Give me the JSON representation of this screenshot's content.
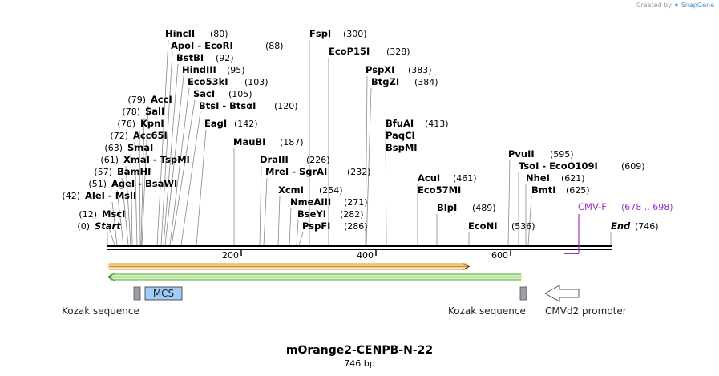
{
  "credit": {
    "prefix": "Created by",
    "brand": "SnapGene"
  },
  "title": "mOrange2-CENPB-N-22",
  "subtitle": "746 bp",
  "enzymes": [
    {
      "name": "HincII",
      "pos": "(80)"
    },
    {
      "name": "ApoI - EcoRI",
      "pos": "(88)"
    },
    {
      "name": "BstBI",
      "pos": "(92)"
    },
    {
      "name": "HindIII",
      "pos": "(95)"
    },
    {
      "name": "Eco53kI",
      "pos": "(103)"
    },
    {
      "name": "SacI",
      "pos": "(105)"
    },
    {
      "name": "BtsI - BtsαI",
      "pos": "(120)"
    },
    {
      "name": "EagI",
      "pos": "(142)"
    },
    {
      "name": "MauBI",
      "pos": "(187)"
    },
    {
      "name": "DraIII",
      "pos": "(226)"
    },
    {
      "name": "MreI - SgrAI",
      "pos": "(232)"
    },
    {
      "name": "XcmI",
      "pos": "(254)"
    },
    {
      "name": "NmeAIII",
      "pos": "(271)"
    },
    {
      "name": "BseYI",
      "pos": "(282)"
    },
    {
      "name": "PspFI",
      "pos": "(286)"
    },
    {
      "name": "FspI",
      "pos": "(300)"
    },
    {
      "name": "EcoP15I",
      "pos": "(328)"
    },
    {
      "name": "PspXI",
      "pos": "(383)"
    },
    {
      "name": "BtgZI",
      "pos": "(384)"
    },
    {
      "name": "BfuAI",
      "pos": "(413)"
    },
    {
      "name": "PaqCI",
      "pos": ""
    },
    {
      "name": "BspMI",
      "pos": ""
    },
    {
      "name": "AcuI",
      "pos": "(461)"
    },
    {
      "name": "Eco57MI",
      "pos": ""
    },
    {
      "name": "BlpI",
      "pos": "(489)"
    },
    {
      "name": "EcoNI",
      "pos": "(536)"
    },
    {
      "name": "PvuII",
      "pos": "(595)"
    },
    {
      "name": "TsoI - EcoO109I",
      "pos": "(609)"
    },
    {
      "name": "NheI",
      "pos": "(621)"
    },
    {
      "name": "BmtI",
      "pos": "(625)"
    },
    {
      "name": "End",
      "pos": "(746)"
    },
    {
      "name": "AccI",
      "pos": "(79)"
    },
    {
      "name": "SalI",
      "pos": "(78)"
    },
    {
      "name": "KpnI",
      "pos": "(76)"
    },
    {
      "name": "Acc65I",
      "pos": "(72)"
    },
    {
      "name": "SmaI",
      "pos": "(63)"
    },
    {
      "name": "XmaI - TspMI",
      "pos": "(61)"
    },
    {
      "name": "BamHI",
      "pos": "(57)"
    },
    {
      "name": "AgeI - BsaWI",
      "pos": "(51)"
    },
    {
      "name": "AleI - MslI",
      "pos": "(42)"
    },
    {
      "name": "MscI",
      "pos": "(12)"
    },
    {
      "name": "Start",
      "pos": "(0)"
    }
  ],
  "primer": {
    "name": "CMV-F",
    "pos": "(678 .. 698)",
    "color": "#9b30c8"
  },
  "ruler": [
    "200",
    "400",
    "600"
  ],
  "features": [
    {
      "name": "MCS"
    },
    {
      "name": "Kozak sequence"
    },
    {
      "name": "Kozak sequence"
    },
    {
      "name": "CMVd2 promoter"
    }
  ],
  "colors": {
    "orf_fwd": "#e8a640",
    "orf_rev": "#6cc04a",
    "mcs_box": "#9fcdf5",
    "kozak": "#9ba0a6"
  }
}
